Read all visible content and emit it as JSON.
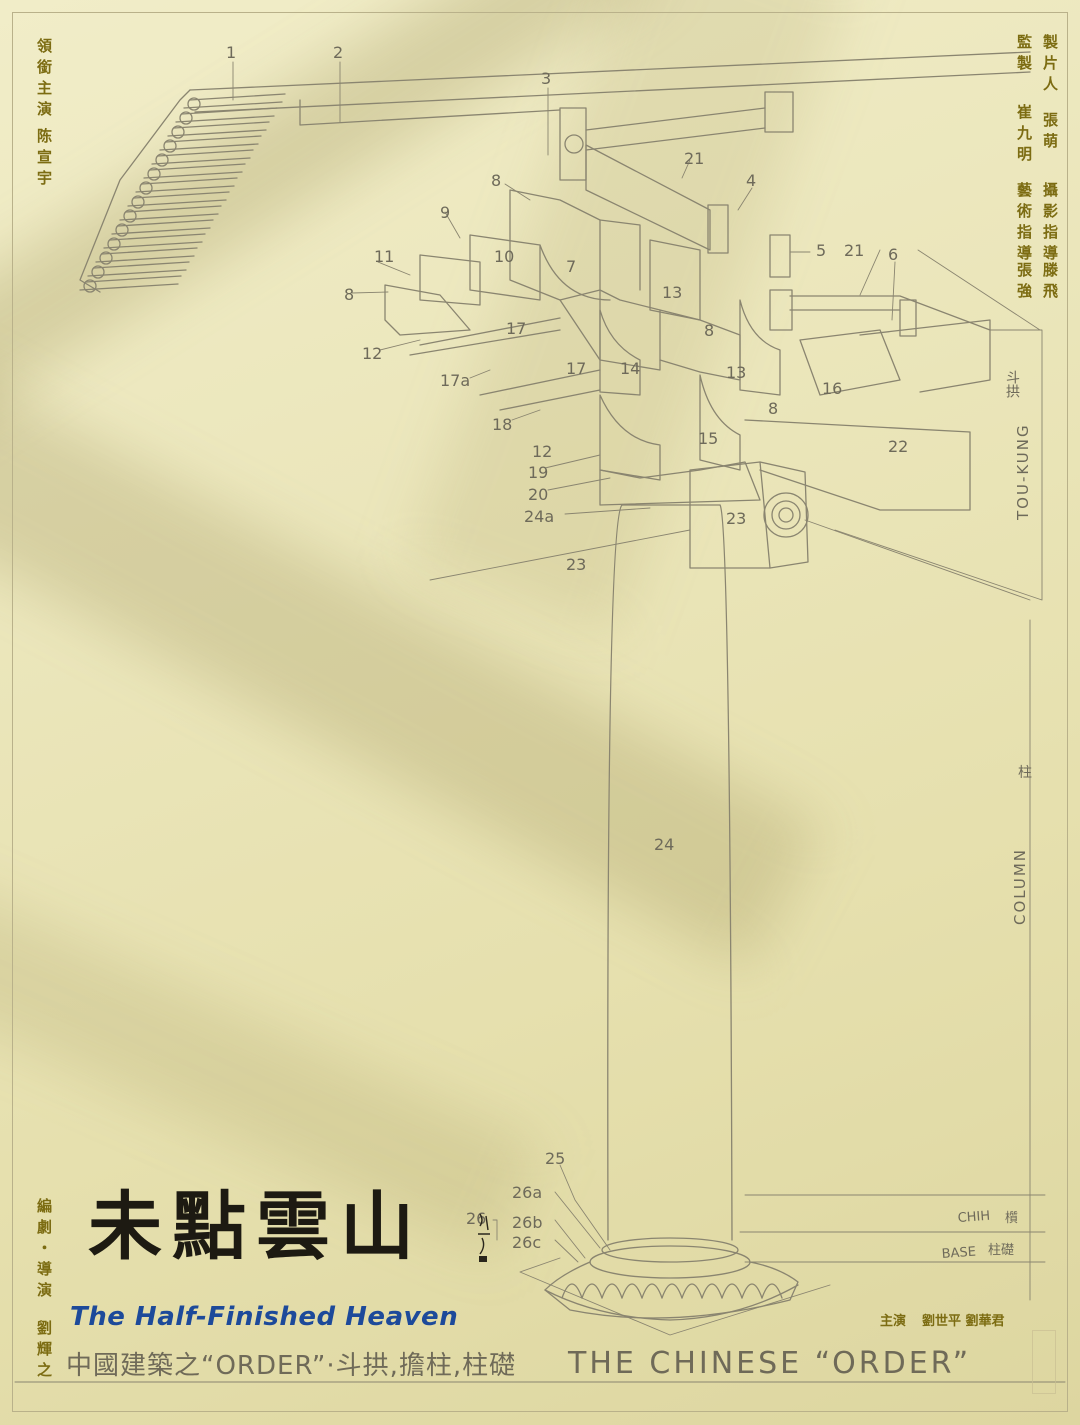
{
  "credits_left_top": {
    "role": "領銜主演",
    "name": "陈宣宇"
  },
  "credits_left_bottom": {
    "role": "編劇・導演",
    "name": "劉輝之"
  },
  "credits_right": [
    {
      "role": "製片人",
      "name": "張萌"
    },
    {
      "role": "監製",
      "name": "崔九明"
    },
    {
      "role": "攝影指導",
      "name": "滕飛"
    },
    {
      "role": "藝術指導",
      "name": "張強"
    }
  ],
  "starring": {
    "role": "主演",
    "names": "劉世平  劉華君"
  },
  "title": {
    "chinese": "未點雲山",
    "english": "The Half-Finished Heaven"
  },
  "subtitle": {
    "chinese": "中國建築之“ORDER”·斗拱,擔柱,柱礎",
    "english": "THE CHINESE “ORDER”"
  },
  "diagram": {
    "part_labels": [
      "1",
      "2",
      "3",
      "4",
      "5",
      "6",
      "7",
      "8",
      "8",
      "8",
      "8",
      "9",
      "10",
      "11",
      "12",
      "12",
      "13",
      "13",
      "14",
      "15",
      "16",
      "17",
      "17",
      "17a",
      "18",
      "19",
      "20",
      "21",
      "21",
      "22",
      "23",
      "23",
      "24",
      "24a",
      "25",
      "26",
      "26a",
      "26b",
      "26c"
    ],
    "side_labels": {
      "tou_kung": "TOU-KUNG",
      "tou_kung_cn": "斗拱",
      "column": "COLUMN",
      "column_cn": "柱",
      "chih": "CHIH",
      "chih_cn": "櫍",
      "base": "BASE",
      "base_cn": "柱礎"
    }
  },
  "colors": {
    "paper": "#e9e4b4",
    "credit_text": "#7c6c12",
    "title_english": "#1d4a9a",
    "pencil": "#8a8570"
  }
}
